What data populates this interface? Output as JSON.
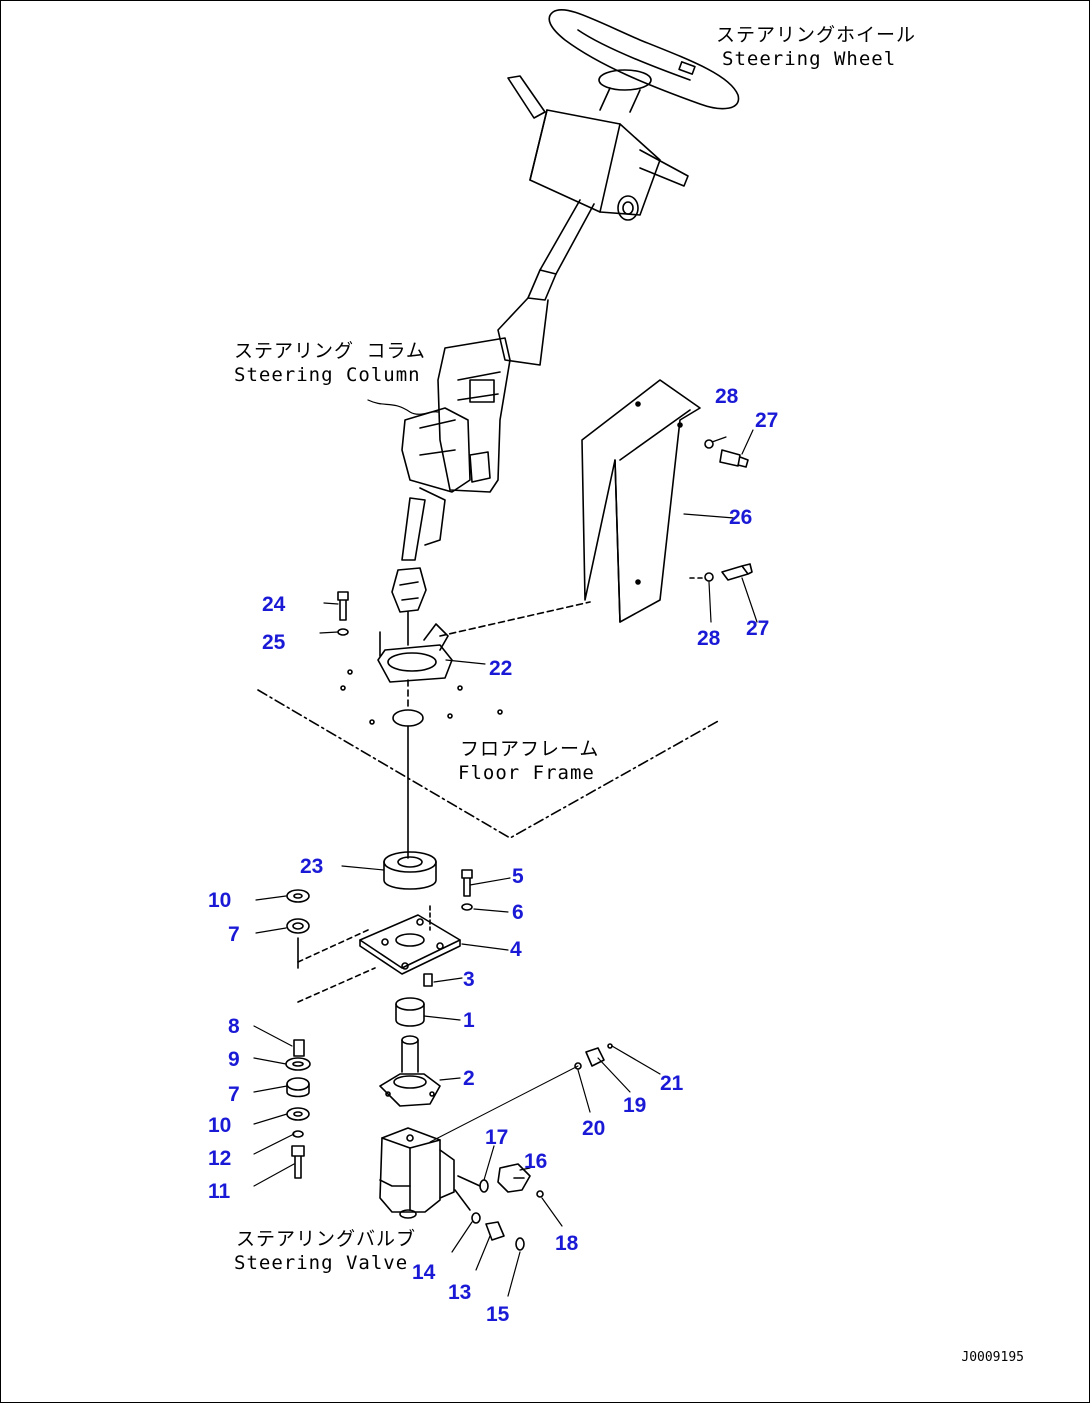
{
  "captions": {
    "steering_wheel": {
      "ja": "ステアリングホイール",
      "en": "Steering Wheel"
    },
    "steering_column": {
      "ja": "ステアリング コラム",
      "en": "Steering Column"
    },
    "floor_frame": {
      "ja": "フロアフレーム",
      "en": "Floor Frame"
    },
    "steering_valve": {
      "ja": "ステアリングバルブ",
      "en": "Steering Valve"
    }
  },
  "part_numbers": [
    "1",
    "2",
    "3",
    "4",
    "5",
    "6",
    "7",
    "7",
    "8",
    "9",
    "10",
    "10",
    "11",
    "12",
    "13",
    "14",
    "15",
    "16",
    "17",
    "18",
    "19",
    "20",
    "21",
    "22",
    "23",
    "24",
    "25",
    "26",
    "27",
    "27",
    "28",
    "28"
  ],
  "drawing_id": "J0009195",
  "colors": {
    "callout": "#1a1ad6",
    "line": "#000000"
  }
}
